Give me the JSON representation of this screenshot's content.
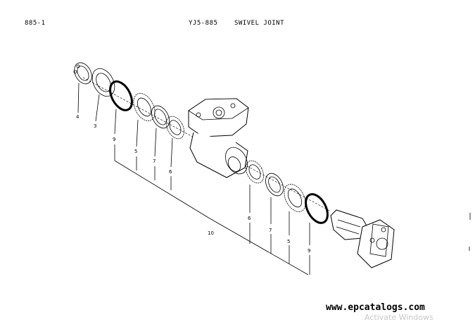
{
  "header": {
    "page_number": "885-1",
    "part_code": "YJ5-885",
    "part_name": "SWIVEL JOINT"
  },
  "callouts": {
    "snap_ring_top": "4",
    "washer_top": "3",
    "o_ring_top": "9",
    "seal_top": "5",
    "backup_ring_top": "7",
    "seal_ring_top": "6",
    "assembly": "10",
    "seal_ring_bottom": "6",
    "backup_ring_bottom": "7",
    "seal_bottom": "5",
    "o_ring_bottom": "9"
  },
  "footer": {
    "watermark": "www.epcatalogs.com",
    "os_notice": "Activate Windows"
  }
}
